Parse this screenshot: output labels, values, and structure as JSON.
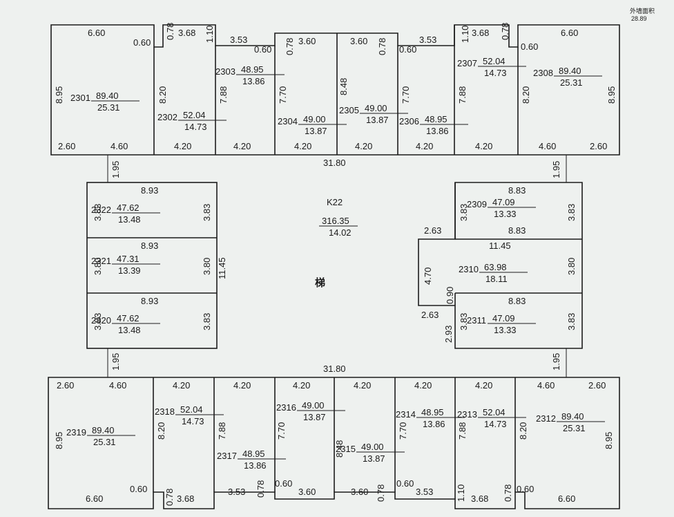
{
  "legend": {
    "label": "外墙面积",
    "value": "28.89"
  },
  "core": {
    "name": "K22",
    "area_total": "316.35",
    "area_shared": "14.02",
    "stair_label": "梯"
  },
  "rooms": {
    "r2301": {
      "id": "2301",
      "total": "89.40",
      "shared": "25.31"
    },
    "r2302": {
      "id": "2302",
      "total": "52.04",
      "shared": "14.73"
    },
    "r2303": {
      "id": "2303",
      "total": "48.95",
      "shared": "13.86"
    },
    "r2304": {
      "id": "2304",
      "total": "49.00",
      "shared": "13.87"
    },
    "r2305": {
      "id": "2305",
      "total": "49.00",
      "shared": "13.87"
    },
    "r2306": {
      "id": "2306",
      "total": "48.95",
      "shared": "13.86"
    },
    "r2307": {
      "id": "2307",
      "total": "52.04",
      "shared": "14.73"
    },
    "r2308": {
      "id": "2308",
      "total": "89.40",
      "shared": "25.31"
    },
    "r2309": {
      "id": "2309",
      "total": "47.09",
      "shared": "13.33"
    },
    "r2310": {
      "id": "2310",
      "total": "63.98",
      "shared": "18.11"
    },
    "r2311": {
      "id": "2311",
      "total": "47.09",
      "shared": "13.33"
    },
    "r2312": {
      "id": "2312",
      "total": "89.40",
      "shared": "25.31"
    },
    "r2313": {
      "id": "2313",
      "total": "52.04",
      "shared": "14.73"
    },
    "r2314": {
      "id": "2314",
      "total": "48.95",
      "shared": "13.86"
    },
    "r2315": {
      "id": "2315",
      "total": "49.00",
      "shared": "13.87"
    },
    "r2316": {
      "id": "2316",
      "total": "49.00",
      "shared": "13.87"
    },
    "r2317": {
      "id": "2317",
      "total": "48.95",
      "shared": "13.86"
    },
    "r2318": {
      "id": "2318",
      "total": "52.04",
      "shared": "14.73"
    },
    "r2319": {
      "id": "2319",
      "total": "89.40",
      "shared": "25.31"
    },
    "r2320": {
      "id": "2320",
      "total": "47.62",
      "shared": "13.48"
    },
    "r2321": {
      "id": "2321",
      "total": "47.31",
      "shared": "13.39"
    },
    "r2322": {
      "id": "2322",
      "total": "47.62",
      "shared": "13.48"
    }
  },
  "dims": {
    "d660": "6.60",
    "d060": "0.60",
    "d078": "0.78",
    "d368": "3.68",
    "d110": "1.10",
    "d353": "3.53",
    "d360": "3.60",
    "d895": "8.95",
    "d820": "8.20",
    "d788": "7.88",
    "d770": "7.70",
    "d848": "8.48",
    "d260": "2.60",
    "d460": "4.60",
    "d420": "4.20",
    "d3180": "31.80",
    "d195": "1.95",
    "d893": "8.93",
    "d883": "8.83",
    "d383": "3.83",
    "d380": "3.80",
    "d1145": "11.45",
    "d263": "2.63",
    "d470": "4.70",
    "d090": "0.90",
    "d293": "2.93"
  }
}
